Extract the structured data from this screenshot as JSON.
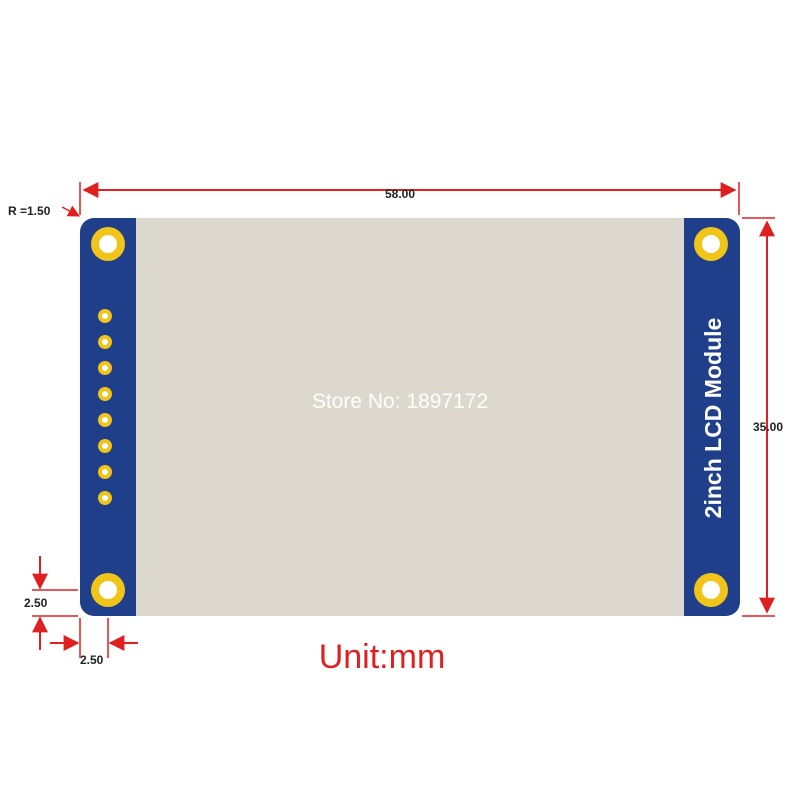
{
  "dimensions": {
    "width": "58.00",
    "height": "35.00",
    "corner_radius": "R =1.50",
    "hole_offset_y": "2.50",
    "hole_offset_x": "2.50"
  },
  "board": {
    "title": "2inch LCD Module",
    "pin_count": 8,
    "mounting_holes": 4
  },
  "watermark": "Store No: 1897172",
  "unit_label": "Unit:mm",
  "colors": {
    "pcb": "#1f3f8a",
    "screen": "#dcd8cd",
    "gold_pad": "#f0c419",
    "dimension_line": "#e02020"
  }
}
